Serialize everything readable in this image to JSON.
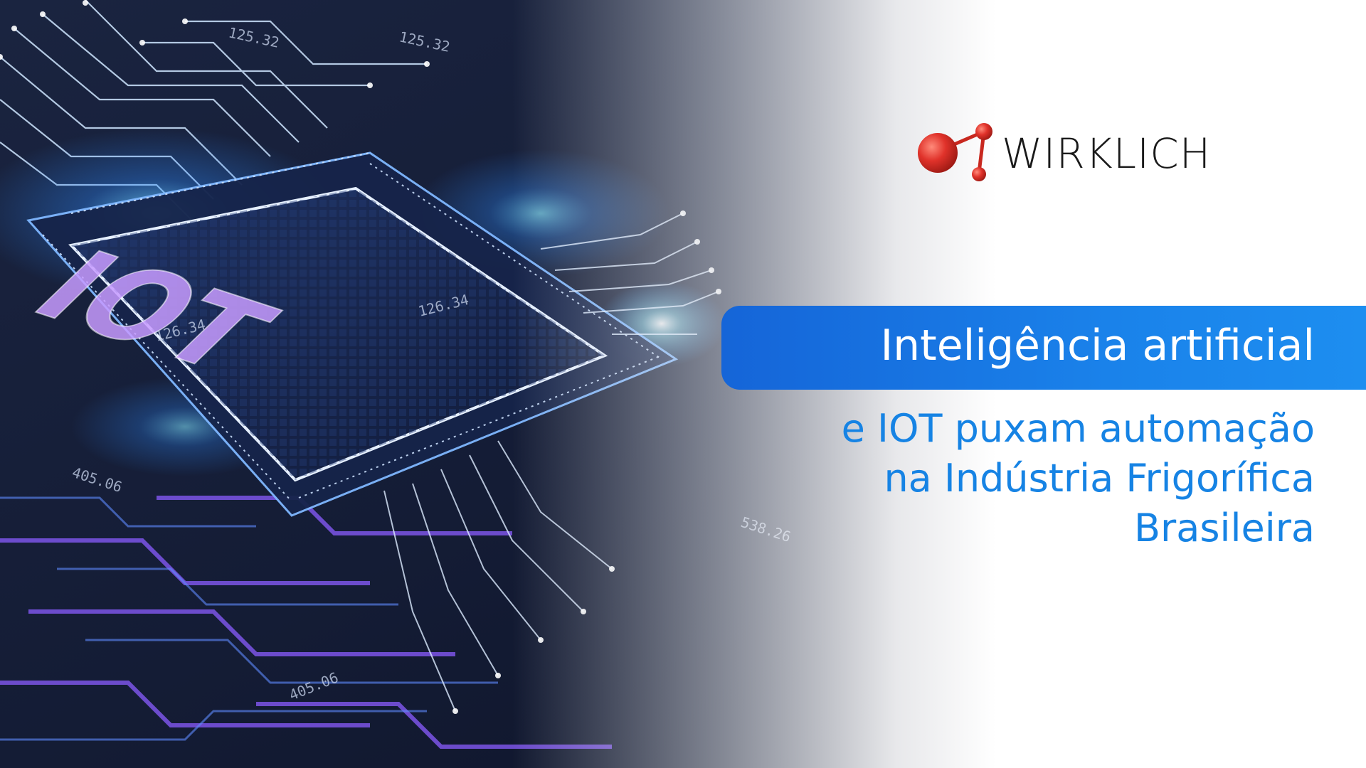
{
  "logo": {
    "wordmark": "WIRKLICH",
    "icon": "molecule-icon",
    "colors": {
      "sphere": "#e0322a",
      "text": "#1a1a1a"
    }
  },
  "art": {
    "chip_label": "IOT",
    "readouts": [
      "125.32",
      "125.32",
      "126.34",
      "126.34",
      "405.06",
      "405.06",
      "538.26"
    ]
  },
  "headline": {
    "line1": "Inteligência artificial",
    "line2": "e IOT puxam automação",
    "line3": "na Indústria Frigorífica",
    "line4": "Brasileira"
  },
  "colors": {
    "accent": "#1683e4",
    "bar_start": "#1565d8",
    "bar_end": "#1d8ef0",
    "background": "#ffffff"
  }
}
